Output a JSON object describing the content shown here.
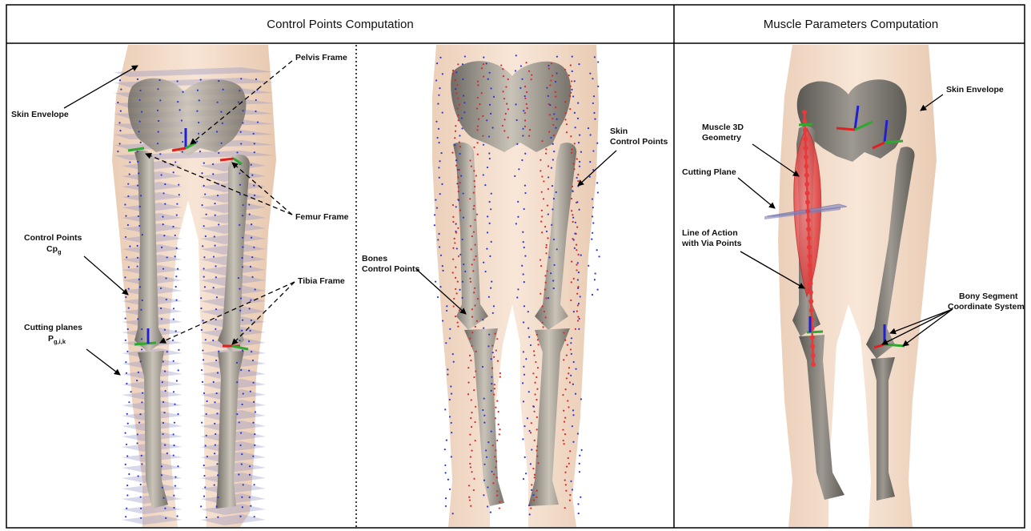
{
  "headers": {
    "left": "Control Points Computation",
    "right": "Muscle Parameters Computation"
  },
  "panel_a": {
    "skin_envelope": "Skin Envelope",
    "pelvis_frame": "Pelvis Frame",
    "femur_frame": "Femur Frame",
    "control_points": "Control Points",
    "cp_main": "Cp",
    "cp_sub": "g",
    "tibia_frame": "Tibia Frame",
    "cutting_planes": "Cutting planes",
    "p_main": "P",
    "p_sub": "g,i,k"
  },
  "panel_b": {
    "skin_control_1": "Skin",
    "skin_control_2": "Control Points",
    "bones_control_1": "Bones",
    "bones_control_2": "Control Points"
  },
  "panel_c": {
    "muscle_geom_1": "Muscle 3D",
    "muscle_geom_2": "Geometry",
    "cutting_plane": "Cutting Plane",
    "line_action_1": "Line of Action",
    "line_action_2": "with Via Points",
    "skin_envelope": "Skin Envelope",
    "bony_segment_1": "Bony Segment",
    "bony_segment_2": "Coordinate System"
  },
  "colors": {
    "border": "#000000",
    "skin": "#f1d6c0",
    "bone": "#8e8a82",
    "plane": "#8d8fc4",
    "skin_points": "#2b35d8",
    "bone_points": "#d8262a",
    "muscle": "#e83a3a",
    "axis_x": "#e02020",
    "axis_y": "#2fa82f",
    "axis_z": "#2020d0"
  }
}
